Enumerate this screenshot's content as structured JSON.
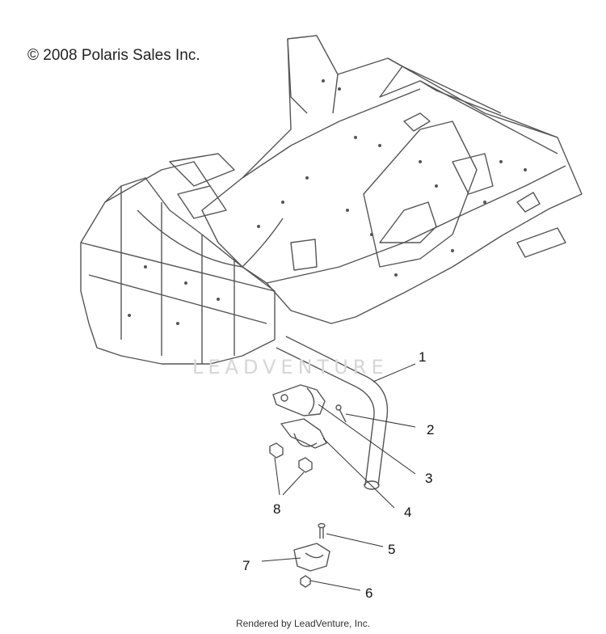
{
  "copyright": "© 2008 Polaris Sales Inc.",
  "watermark": "LEADVENTURE",
  "footer": "Rendered by LeadVenture, Inc.",
  "callouts": [
    {
      "id": "1",
      "label": "1"
    },
    {
      "id": "2",
      "label": "2"
    },
    {
      "id": "3",
      "label": "3"
    },
    {
      "id": "4",
      "label": "4"
    },
    {
      "id": "5",
      "label": "5"
    },
    {
      "id": "6",
      "label": "6"
    },
    {
      "id": "7",
      "label": "7"
    },
    {
      "id": "8",
      "label": "8"
    }
  ]
}
